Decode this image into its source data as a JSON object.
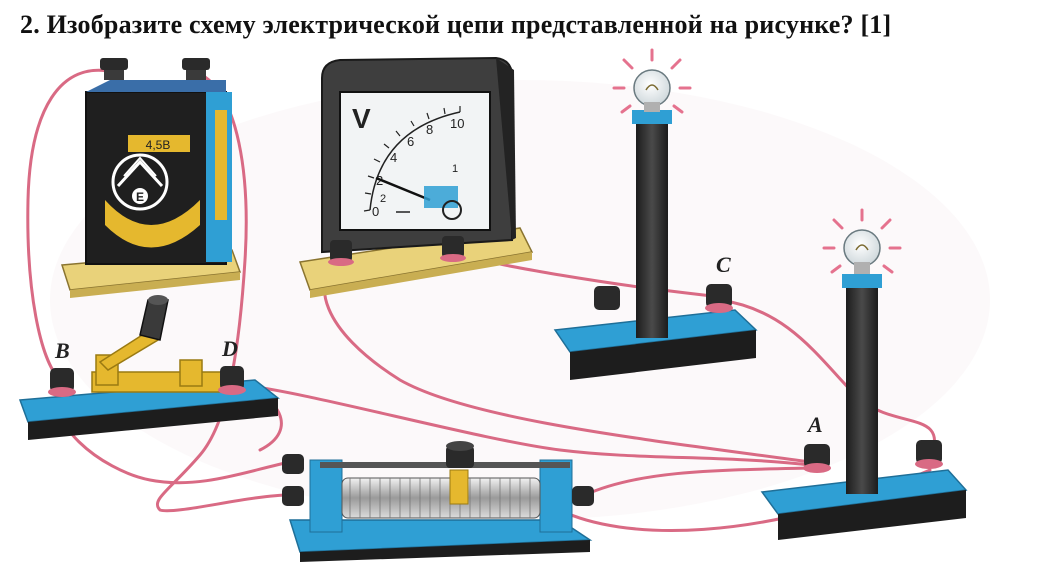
{
  "question": "2. Изобразите схему электрической цепи представленной на рисунке? [1]",
  "battery": {
    "label": "4,5В",
    "logo": "E"
  },
  "voltmeter": {
    "symbol": "V",
    "scale_major": [
      "0",
      "2",
      "4",
      "6",
      "8",
      "10"
    ],
    "scale_inner": [
      "2",
      "1"
    ]
  },
  "terminals": {
    "B": "B",
    "D": "D",
    "C": "C",
    "A": "A"
  },
  "icons": {
    "battery": "battery-icon",
    "voltmeter": "voltmeter-icon",
    "switch": "knife-switch-icon",
    "rheostat": "rheostat-icon",
    "lamp_1": "lamp-icon",
    "lamp_2": "lamp-icon"
  },
  "colors": {
    "wire": "#d96a84",
    "stand": "#2f9fd4",
    "wood": "#e9d27a",
    "dark": "#2a2a2a",
    "brass": "#e5b82e"
  }
}
